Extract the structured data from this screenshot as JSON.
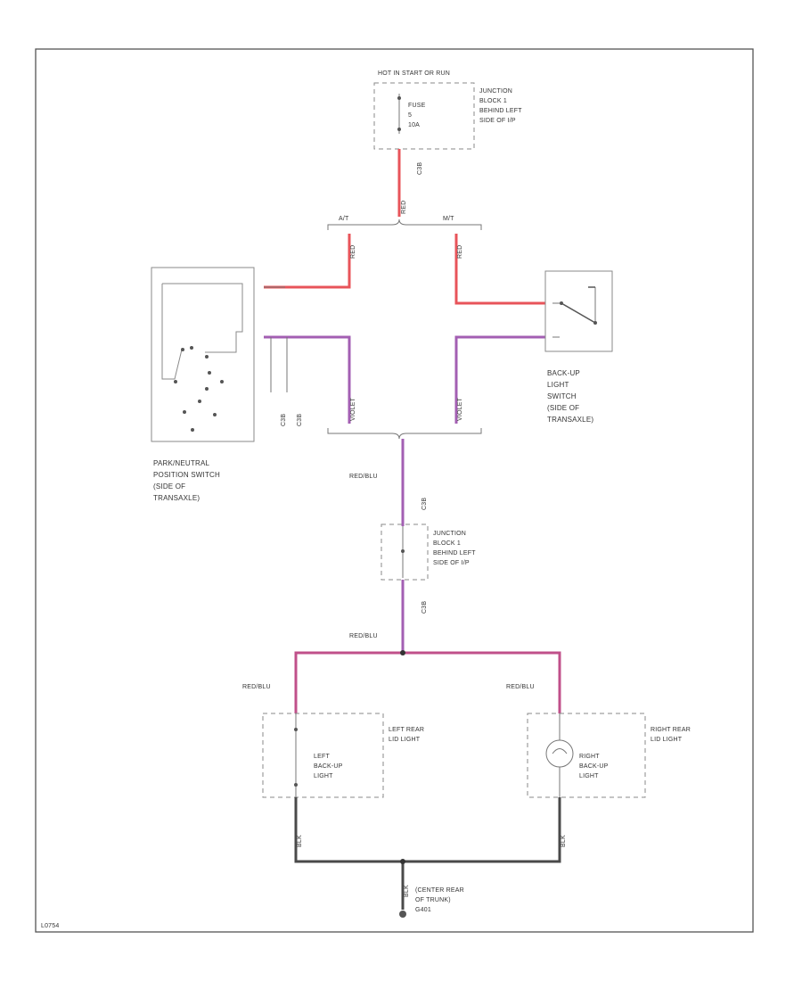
{
  "fuse_box": {
    "header": "HOT IN START OR RUN",
    "fuse_label": [
      "FUSE",
      "5",
      "10A"
    ],
    "junction": [
      "JUNCTION",
      "BLOCK 1",
      "BEHIND LEFT",
      "SIDE OF I/P"
    ]
  },
  "connectors": {
    "c1": "C3B",
    "c2": "C3B",
    "c3": "C3B",
    "a_t": "A/T",
    "m_t": "M/T"
  },
  "wires": {
    "red": "RED",
    "violet": "VIOLET",
    "red_blu": "RED/BLU",
    "blk": "BLK"
  },
  "pnp_switch": [
    "PARK/NEUTRAL",
    "POSITION SWITCH",
    "(SIDE OF",
    "TRANSAXLE)"
  ],
  "backup_switch": [
    "BACK-UP",
    "LIGHT",
    "SWITCH",
    "(SIDE OF",
    "TRANSAXLE)"
  ],
  "junction2": [
    "JUNCTION",
    "BLOCK 1",
    "BEHIND LEFT",
    "SIDE OF I/P"
  ],
  "left_lamp": {
    "name": [
      "LEFT",
      "BACK-UP",
      "LIGHT"
    ],
    "assembly": [
      "LEFT REAR",
      "LID LIGHT"
    ]
  },
  "right_lamp": {
    "name": [
      "RIGHT",
      "BACK-UP",
      "LIGHT"
    ],
    "assembly": [
      "RIGHT REAR",
      "LID LIGHT"
    ]
  },
  "ground": [
    "(CENTER REAR",
    "OF TRUNK)",
    "G401"
  ],
  "figure_id": "L0754"
}
